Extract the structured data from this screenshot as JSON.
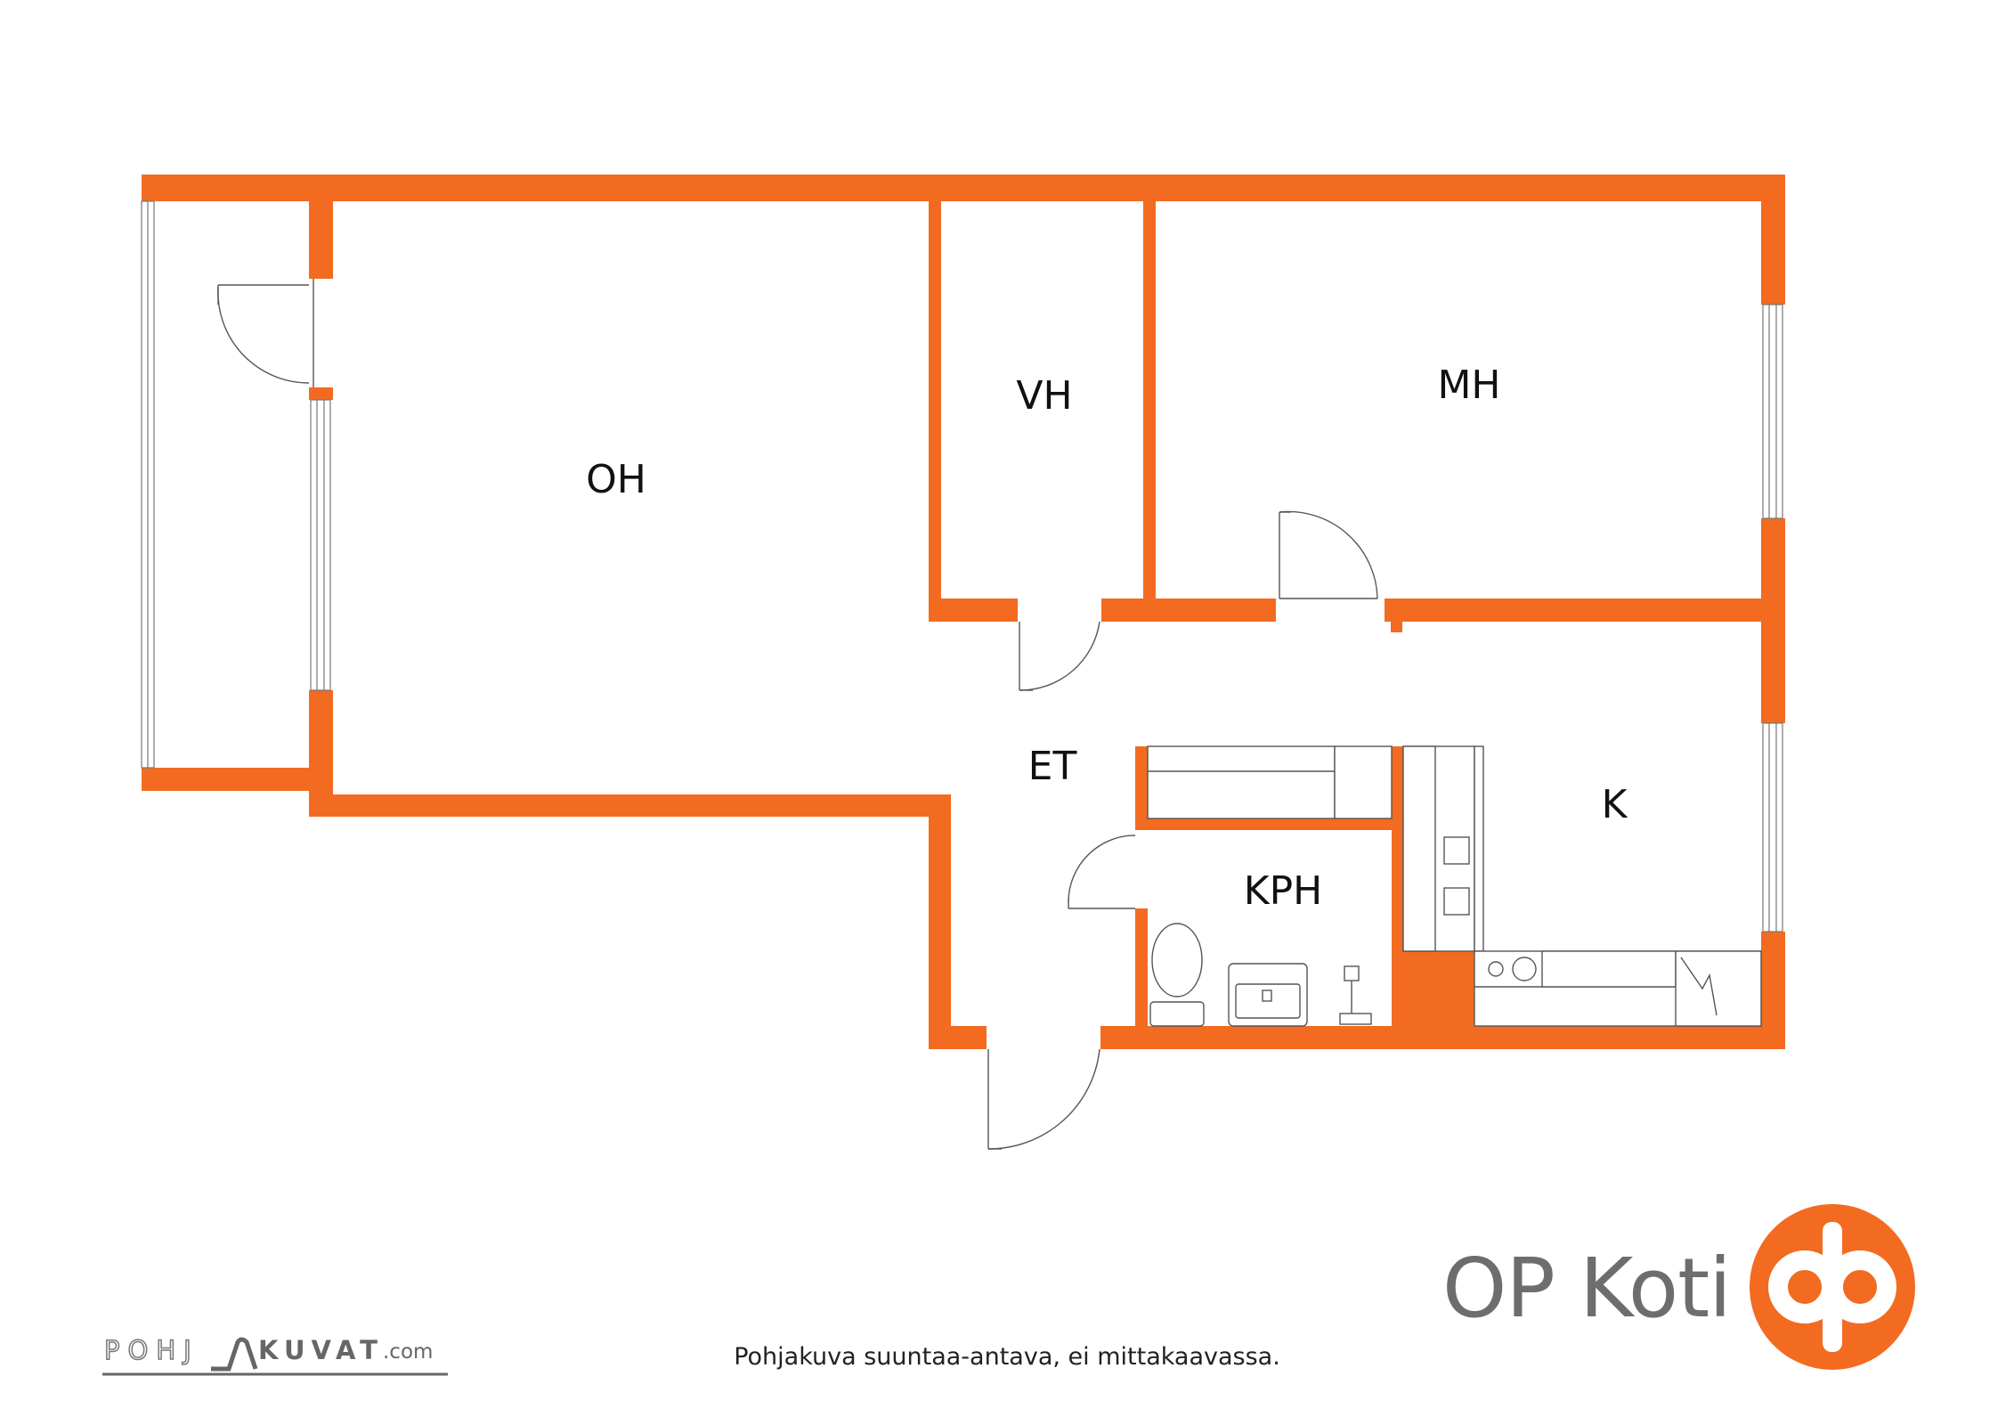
{
  "plan": {
    "rooms": [
      {
        "id": "oh",
        "label": "OH"
      },
      {
        "id": "vh",
        "label": "VH"
      },
      {
        "id": "mh",
        "label": "MH"
      },
      {
        "id": "et",
        "label": "ET"
      },
      {
        "id": "kph",
        "label": "KPH"
      },
      {
        "id": "k",
        "label": "K"
      }
    ],
    "wall_color": "#F26B21"
  },
  "footer": {
    "disclaimer": "Pohjakuva suuntaa-antava, ei mittakaavassa.",
    "brand": "OP Koti",
    "credit": {
      "part1": "POHJ",
      "part2": "KUVAT",
      "part3": ".com"
    }
  }
}
